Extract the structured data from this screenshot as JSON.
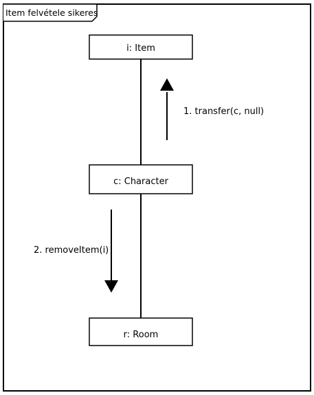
{
  "frame": {
    "title": "Item felvétele sikeres"
  },
  "objects": {
    "item": "i: Item",
    "character": "c: Character",
    "room": "r: Room"
  },
  "messages": {
    "transfer": "1. transfer(c, null)",
    "remove_item": "2. removeItem(i)"
  },
  "colors": {
    "stroke": "#000000",
    "background": "#ffffff"
  }
}
